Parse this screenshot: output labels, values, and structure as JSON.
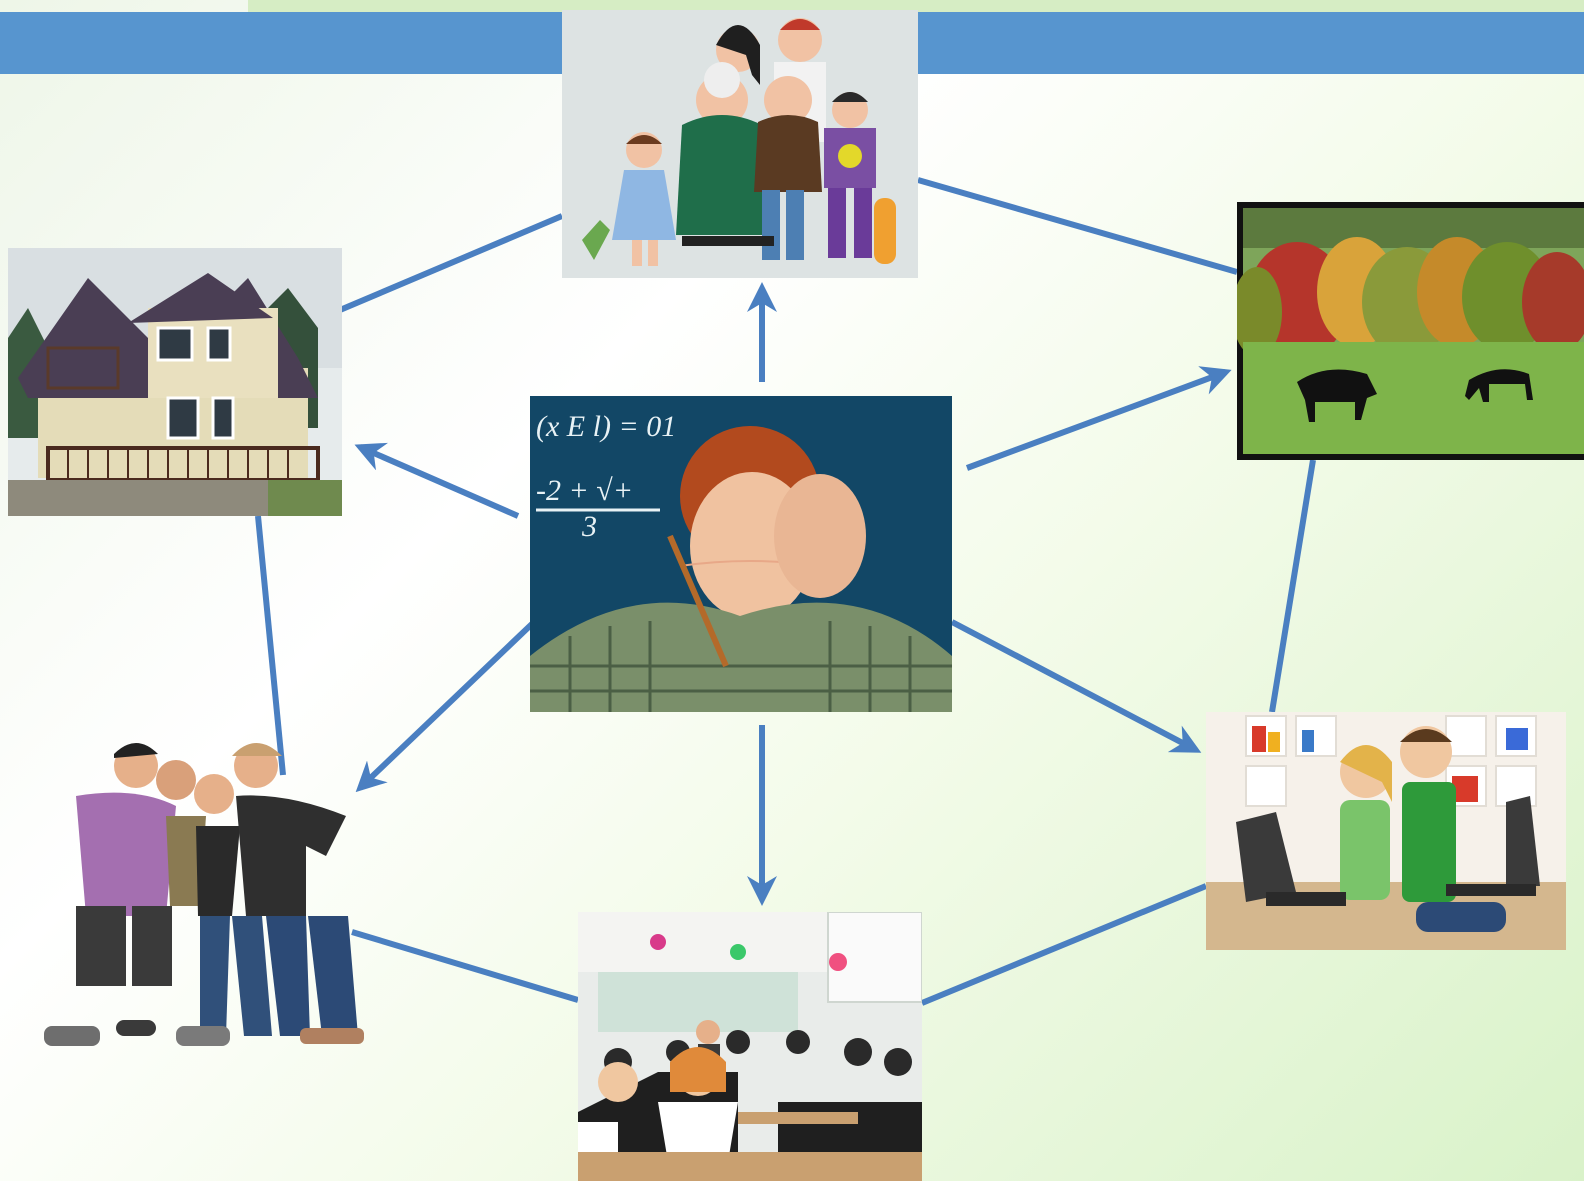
{
  "slide": {
    "title": "",
    "accent_color": "#5795cf",
    "arrow_color": "#4a7fc1"
  },
  "diagram": {
    "center": {
      "name": "student-thinking",
      "icon": "boy-at-chalkboard-image"
    },
    "nodes": [
      {
        "name": "family",
        "icon": "family-illustration-image"
      },
      {
        "name": "house",
        "icon": "house-photo-image"
      },
      {
        "name": "nature",
        "icon": "horses-meadow-image"
      },
      {
        "name": "friends",
        "icon": "teenagers-group-image"
      },
      {
        "name": "computer",
        "icon": "kids-laptops-image"
      },
      {
        "name": "school",
        "icon": "classroom-photo-image"
      }
    ],
    "arrows_from_center": [
      "family",
      "house",
      "nature",
      "friends",
      "computer",
      "school"
    ],
    "outer_links": [
      [
        "house",
        "family"
      ],
      [
        "family",
        "nature"
      ],
      [
        "nature",
        "computer"
      ],
      [
        "computer",
        "school"
      ],
      [
        "school",
        "friends"
      ],
      [
        "friends",
        "house"
      ]
    ]
  }
}
